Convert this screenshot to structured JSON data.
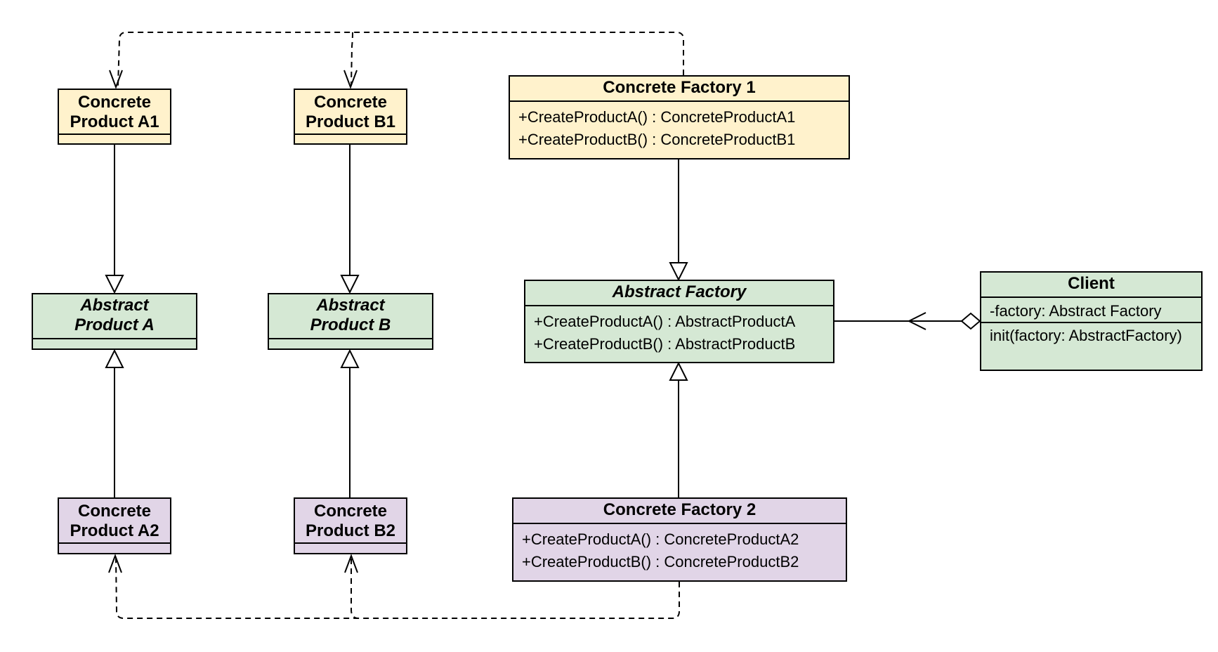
{
  "colors": {
    "factory1_fill": "#fff2cc",
    "abstract_fill": "#d5e8d4",
    "factory2_fill": "#e1d5e7",
    "stroke": "#000000"
  },
  "classes": {
    "concrete_product_a1": {
      "name_line1": "Concrete",
      "name_line2": "Product A1"
    },
    "concrete_product_b1": {
      "name_line1": "Concrete",
      "name_line2": "Product B1"
    },
    "abstract_product_a": {
      "name_line1": "Abstract",
      "name_line2": "Product A"
    },
    "abstract_product_b": {
      "name_line1": "Abstract",
      "name_line2": "Product B"
    },
    "concrete_product_a2": {
      "name_line1": "Concrete",
      "name_line2": "Product A2"
    },
    "concrete_product_b2": {
      "name_line1": "Concrete",
      "name_line2": "Product B2"
    },
    "concrete_factory_1": {
      "name": "Concrete Factory 1",
      "methods": [
        "+CreateProductA() : ConcreteProductA1",
        "+CreateProductB() : ConcreteProductB1"
      ]
    },
    "abstract_factory": {
      "name": "Abstract Factory",
      "methods": [
        "+CreateProductA() : AbstractProductA",
        "+CreateProductB() : AbstractProductB"
      ]
    },
    "concrete_factory_2": {
      "name": "Concrete Factory 2",
      "methods": [
        "+CreateProductA() : ConcreteProductA2",
        "+CreateProductB() : ConcreteProductB2"
      ]
    },
    "client": {
      "name": "Client",
      "attribute": "-factory: Abstract Factory",
      "operation": "init(factory: AbstractFactory)"
    }
  },
  "relations": [
    {
      "type": "inheritance",
      "from": "Concrete Product A1",
      "to": "Abstract Product A"
    },
    {
      "type": "inheritance",
      "from": "Concrete Product A2",
      "to": "Abstract Product A"
    },
    {
      "type": "inheritance",
      "from": "Concrete Product B1",
      "to": "Abstract Product B"
    },
    {
      "type": "inheritance",
      "from": "Concrete Product B2",
      "to": "Abstract Product B"
    },
    {
      "type": "inheritance",
      "from": "Concrete Factory 1",
      "to": "Abstract Factory"
    },
    {
      "type": "inheritance",
      "from": "Concrete Factory 2",
      "to": "Abstract Factory"
    },
    {
      "type": "dependency",
      "from": "Concrete Factory 1",
      "to": "Concrete Product A1"
    },
    {
      "type": "dependency",
      "from": "Concrete Factory 1",
      "to": "Concrete Product B1"
    },
    {
      "type": "dependency",
      "from": "Concrete Factory 2",
      "to": "Concrete Product A2"
    },
    {
      "type": "dependency",
      "from": "Concrete Factory 2",
      "to": "Concrete Product B2"
    },
    {
      "type": "aggregation",
      "from": "Client",
      "to": "Abstract Factory"
    }
  ]
}
